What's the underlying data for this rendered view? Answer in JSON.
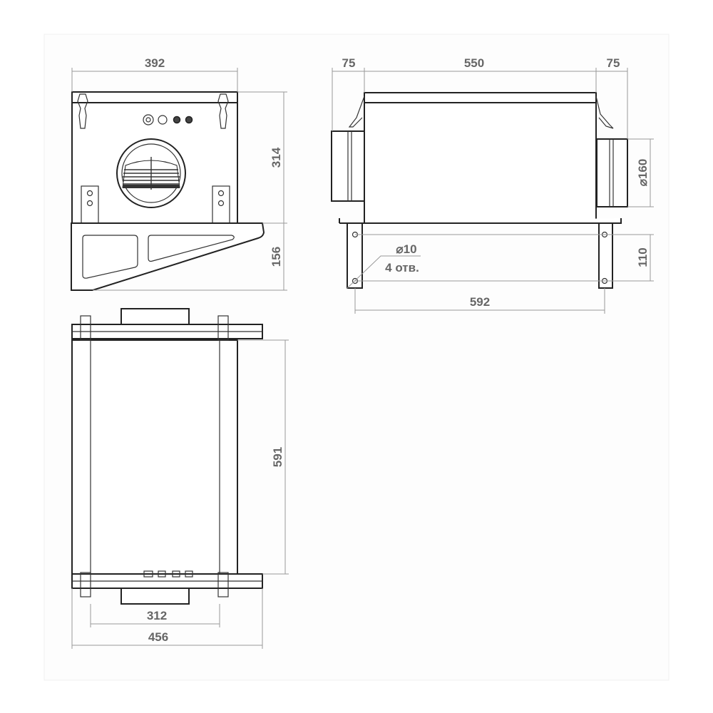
{
  "front_view": {
    "width_label": "392",
    "height_label": "314",
    "bracket_height_label": "156"
  },
  "side_view": {
    "duct_left_label": "75",
    "body_length_label": "550",
    "duct_right_label": "75",
    "duct_diameter_label": "⌀160",
    "leg_hole_spacing_label": "110",
    "leg_spacing_label": "592",
    "hole_diameter_label": "⌀10",
    "hole_count_label": "4 отв."
  },
  "top_view": {
    "length_label": "591",
    "inner_width_label": "312",
    "overall_width_label": "456"
  },
  "colors": {
    "line": "#222222",
    "dimension": "#999999",
    "text": "#666666"
  }
}
